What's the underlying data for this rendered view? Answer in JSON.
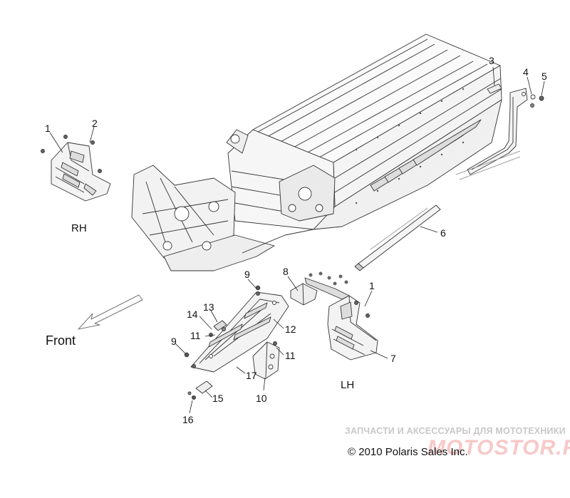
{
  "diagram": {
    "callouts": {
      "c1_rh": "1",
      "c2": "2",
      "c3": "3",
      "c4": "4",
      "c5": "5",
      "c6": "6",
      "c7": "7",
      "c8": "8",
      "c1_lh": "1",
      "c9_top": "9",
      "c9_left": "9",
      "c10": "10",
      "c11_right": "11",
      "c11_left": "11",
      "c12": "12",
      "c13": "13",
      "c14": "14",
      "c15": "15",
      "c16": "16",
      "c17": "17"
    },
    "side_rh": "RH",
    "side_lh": "LH",
    "front": "Front",
    "copyright": "© 2010 Polaris Sales Inc."
  },
  "watermark": {
    "tagline": "ЗАПЧАСТИ И АКСЕССУАРЫ ДЛЯ МОТОТЕХНИКИ",
    "brand": "MOTOSTOR.RU"
  }
}
